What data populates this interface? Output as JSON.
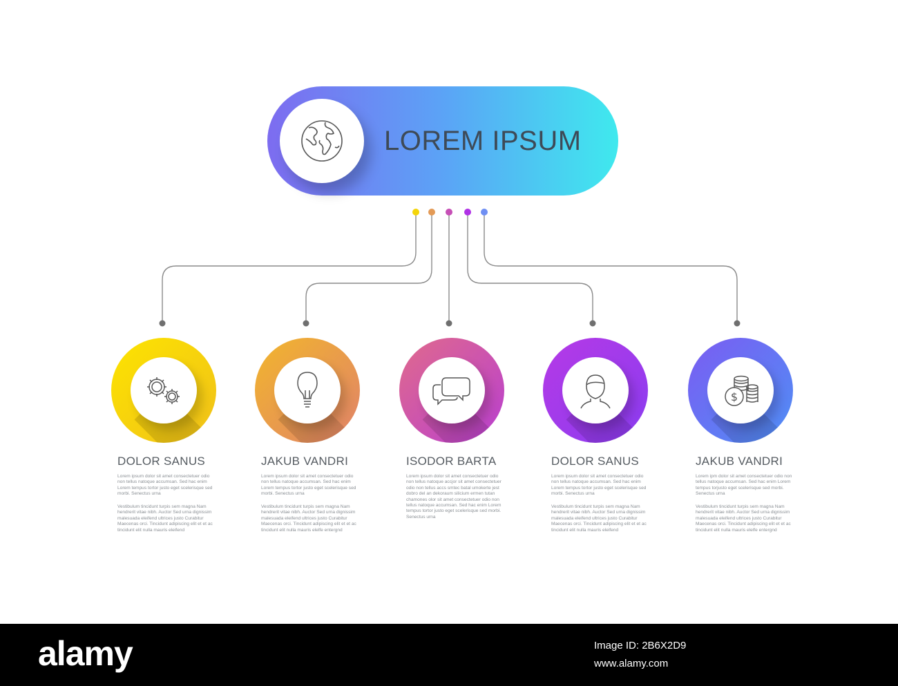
{
  "header": {
    "title": "LOREM IPSUM",
    "icon": "globe-icon",
    "gradient": [
      "#7d6cf0",
      "#5ba3f6",
      "#3fe9ee"
    ]
  },
  "dot_colors": [
    "#f4d50a",
    "#e39a56",
    "#c64fb6",
    "#b032e6",
    "#6f8ff3"
  ],
  "items": [
    {
      "title": "DOLOR SANUS",
      "icon": "gears-icon",
      "colors": [
        "#fde400",
        "#f0c01a"
      ],
      "para1": "Lorem ipsum dolor sit amet consectetuer odio non tellus natoque accumsan. Sed hac enim Lorem tempus tortor justo eget scelerisque sed morbi. Senectus urna",
      "para2": "Vestibulum tincidunt turpis sem magna Nam hendrerit vitae nibh. Auctor Sed urna dignissim malesuada eleifend ultrices justo Curabitur Maecenas orci. Tincidunt adipiscing elit et et ac tincidunt elit nulla mauris eleifend"
    },
    {
      "title": "JAKUB VANDRI",
      "icon": "lightbulb-icon",
      "colors": [
        "#f2b62c",
        "#e0826a"
      ],
      "para1": "Lorem ipsum dolor sit amet consectetuer odio non tellus natoque accumsan. Sed hac enim Lorem tempus tortor justo eget scelerisque sed morbi. Senectus urna",
      "para2": "Vestibulum tincidunt turpis sem magna Nam hendrerit vitae nibh. Auctor Sed urna dignissim malesuada eleifend ultrices justo Curabitur Maecenas orci. Tincidunt adipiscing elit et et ac tincidunt elit nulla mauris elelfe entergnd"
    },
    {
      "title": "ISODOR BARTA",
      "icon": "chat-bubbles-icon",
      "colors": [
        "#e06a8c",
        "#b93fd0"
      ],
      "para1": "Lorem ipsum dolor sit amet consectetuer odio non tellus natoque accjor sit amet consectetuer odio non tellus accs smtec batal umokerte jest dobro del an dekoraum silicium ermen tutan chamones olor sit amet consectetuer odio non tellus natoque accumsan. Sed hac enim Lorem tempus tortor justo eget scelerisque sed morbi. Senectus urna",
      "para2": ""
    },
    {
      "title": "DOLOR SANUS",
      "icon": "user-icon",
      "colors": [
        "#b63ae6",
        "#8a3cf0"
      ],
      "para1": "Lorem ipsum dolor sit amet consectetuer odio non tellus natoque accumsan. Sed hac enim Lorem tempus tortor justo eget scelerisque sed morbi. Senectus urna",
      "para2": "Vestibulum tincidunt turpis sem magna Nam hendrerit vitae nibh. Auctor Sed urna dignissim malesuada eleifend ultrices justo Curabitur Maecenas orci. Tincidunt adipiscing elit et et ac tincidunt elit nulla mauris eleifend"
    },
    {
      "title": "JAKUB VANDRI",
      "icon": "coins-icon",
      "colors": [
        "#7b5cf2",
        "#4f8ff5"
      ],
      "para1": "Lorem ipm dolor sit amet consectetuer odio non tellus natoque accumsan. Sed hac enim Lorem tempus torjusto eget scelerisque sed morbi. Senectus urna",
      "para2": "Vestibulum tincidunt turpis sem magna Nam hendrerit vitae nibh. Auctor Sed urna dignissim malesuada eleifend ultrices justo Curabitur Maecenas orci. Tincidunt adipiscing elit et et ac tincidunt elit nulla mauris elelfe entergnd"
    }
  ],
  "watermark": {
    "brand": "alamy",
    "image_id": "Image ID: 2B6X2D9",
    "url": "www.alamy.com"
  }
}
